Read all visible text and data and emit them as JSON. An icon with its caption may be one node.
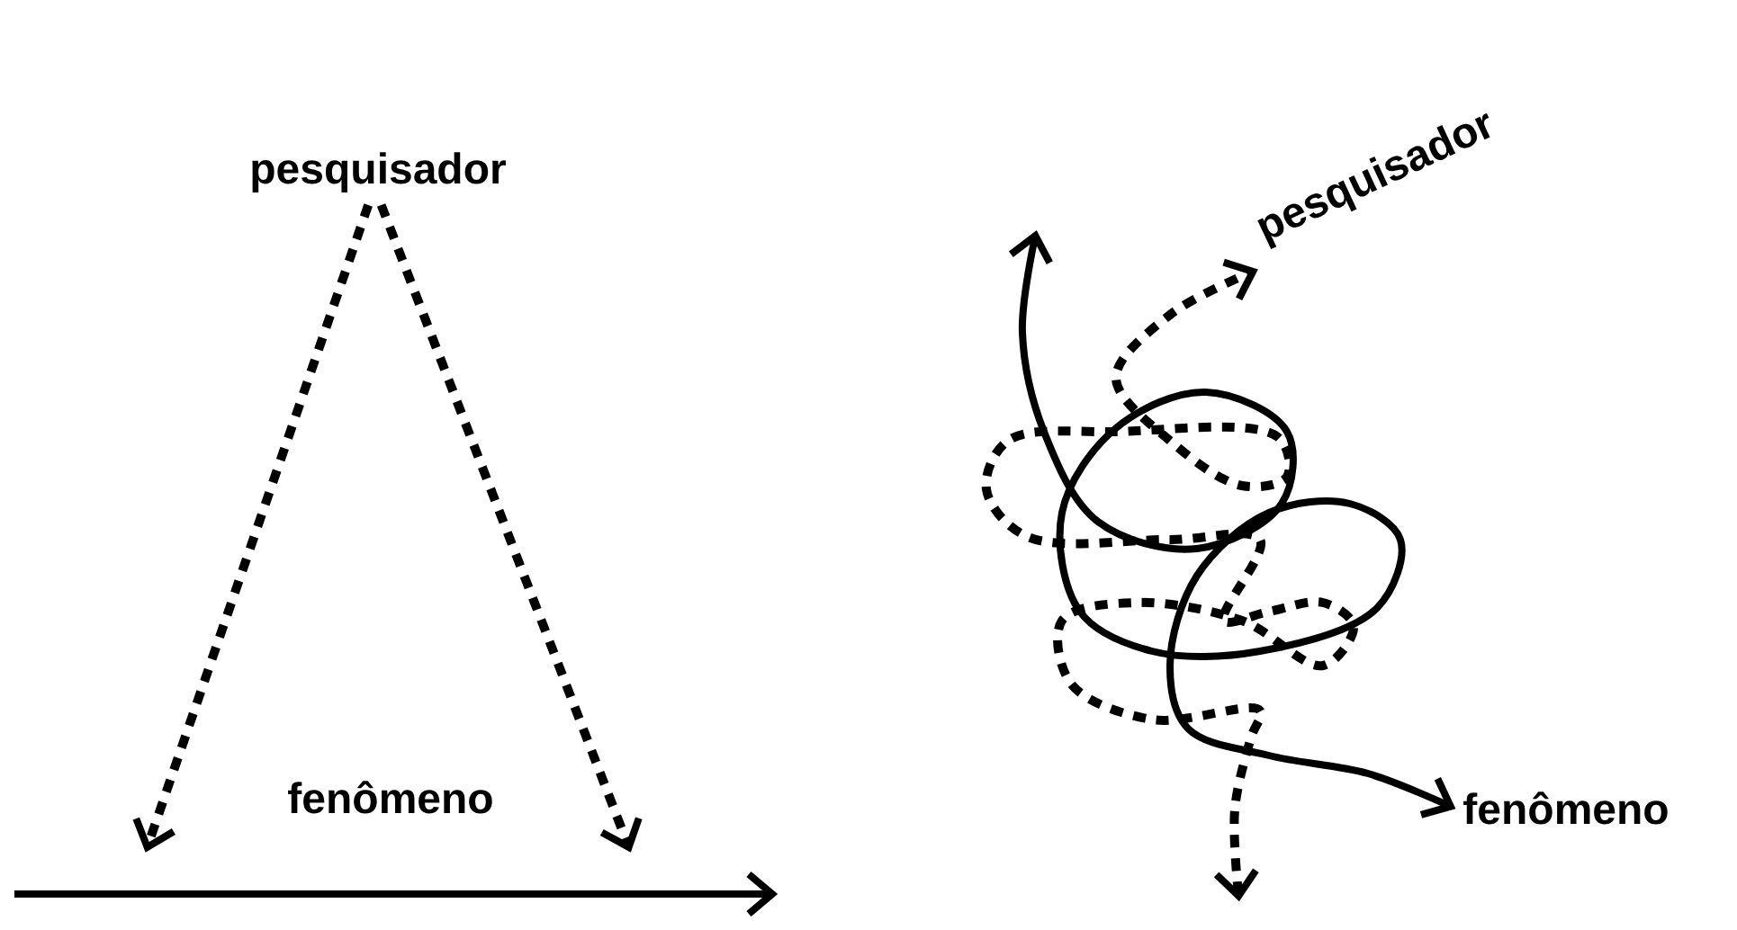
{
  "diagram": {
    "nodes": [
      {
        "text": [
          "pesquisador"
        ]
      },
      {
        "text": [
          "fenômeno"
        ]
      },
      {
        "text": [
          "pesquisador"
        ]
      },
      {
        "text": [
          "fenômeno"
        ]
      }
    ],
    "edges": [
      {
        "from": 0,
        "to": 1,
        "arrow": "to",
        "style": "dashed"
      },
      {
        "from": 0,
        "to": 1,
        "arrow": "to",
        "style": "dashed"
      },
      {
        "from": null,
        "to": 2,
        "arrow": "both",
        "style": "dashed"
      },
      {
        "from": null,
        "to": 3,
        "arrow": "both"
      }
    ]
  }
}
